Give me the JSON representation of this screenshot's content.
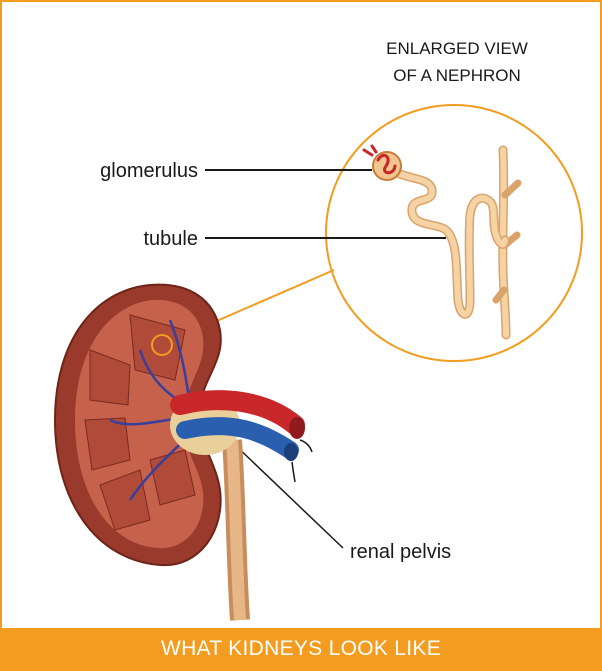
{
  "inset": {
    "title_line1": "ENLARGED VIEW",
    "title_line2": "OF A NEPHRON"
  },
  "labels": {
    "glomerulus": "glomerulus",
    "tubule": "tubule",
    "renal_pelvis": "renal pelvis"
  },
  "footer": {
    "title": "WHAT KIDNEYS LOOK LIKE"
  },
  "colors": {
    "accent": "#f39c1f",
    "kidney": "#9a3a2c",
    "artery": "#c8282a",
    "vein": "#2a5fb0",
    "tubule": "#f2c58e"
  }
}
